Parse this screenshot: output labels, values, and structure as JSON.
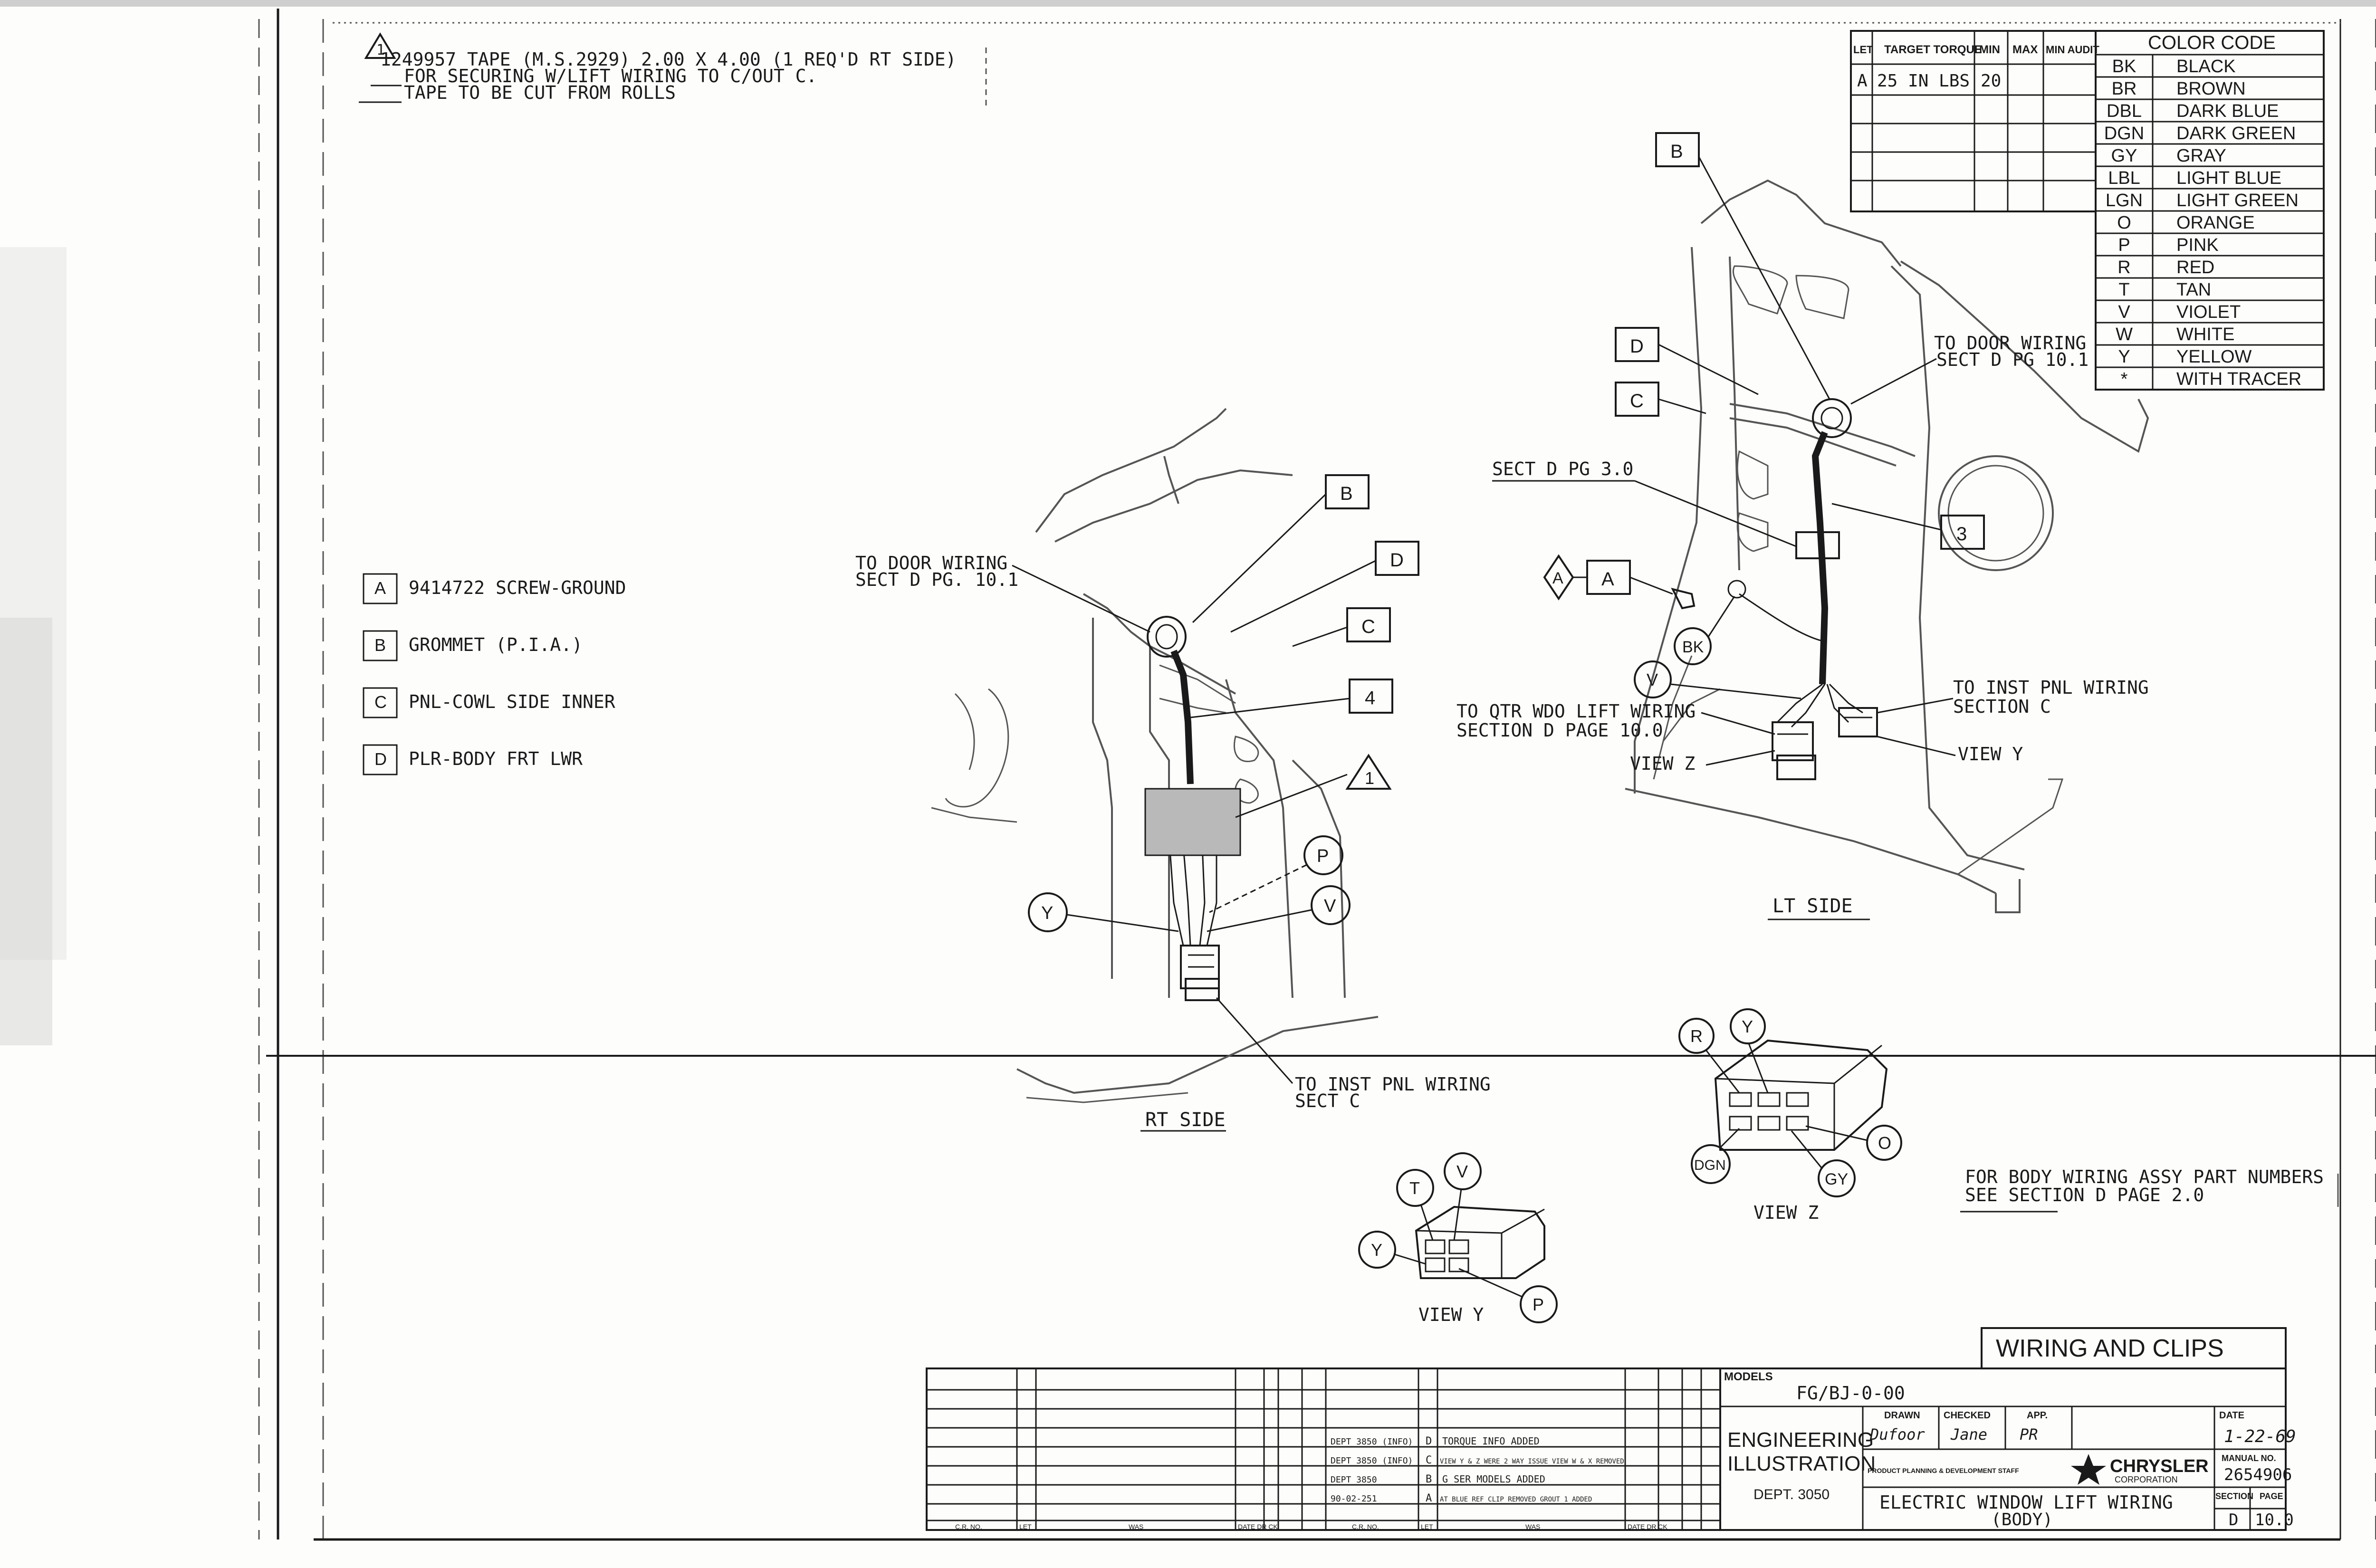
{
  "header_note": {
    "line1": "1249957 TAPE (M.S.2929) 2.00 X 4.00 (1 REQ'D RT SIDE)",
    "line2": "FOR SECURING W/LIFT WIRING TO C/OUT C.",
    "line3": "TAPE TO BE CUT FROM ROLLS",
    "tag": "1"
  },
  "torque_table": {
    "headers": [
      "LET",
      "TARGET TORQUE",
      "MIN",
      "MAX",
      "MIN AUDIT"
    ],
    "rows": [
      [
        "A",
        "25 IN LBS",
        "20",
        "",
        ""
      ]
    ]
  },
  "color_code": {
    "title": "COLOR CODE",
    "rows": [
      [
        "BK",
        "BLACK"
      ],
      [
        "BR",
        "BROWN"
      ],
      [
        "DBL",
        "DARK BLUE"
      ],
      [
        "DGN",
        "DARK GREEN"
      ],
      [
        "GY",
        "GRAY"
      ],
      [
        "LBL",
        "LIGHT BLUE"
      ],
      [
        "LGN",
        "LIGHT GREEN"
      ],
      [
        "O",
        "ORANGE"
      ],
      [
        "P",
        "PINK"
      ],
      [
        "R",
        "RED"
      ],
      [
        "T",
        "TAN"
      ],
      [
        "V",
        "VIOLET"
      ],
      [
        "W",
        "WHITE"
      ],
      [
        "Y",
        "YELLOW"
      ],
      [
        "*",
        "WITH TRACER"
      ]
    ]
  },
  "parts_legend": [
    {
      "letter": "A",
      "text": "9414722 SCREW-GROUND"
    },
    {
      "letter": "B",
      "text": "GROMMET (P.I.A.)"
    },
    {
      "letter": "C",
      "text": "PNL-COWL SIDE INNER"
    },
    {
      "letter": "D",
      "text": "PLR-BODY FRT LWR"
    }
  ],
  "rt_side": {
    "title": "RT SIDE",
    "to_door_1": "TO DOOR WIRING",
    "to_door_2": "SECT D PG. 10.1",
    "to_inst_1": "TO INST PNL WIRING",
    "to_inst_2": "SECT C",
    "callouts": {
      "b": "B",
      "d": "D",
      "c": "C",
      "n4": "4",
      "tri": "1",
      "p": "P",
      "v": "V",
      "y": "Y"
    }
  },
  "lt_side": {
    "title": "LT SIDE",
    "to_door_1": "TO DOOR WIRING",
    "to_door_2": "SECT D PG 10.1",
    "sect_d": "SECT D PG 3.0",
    "to_qtr_1": "TO QTR WDO LIFT WIRING",
    "to_qtr_2": "SECTION D PAGE 10.0",
    "view_z": "VIEW Z",
    "view_y": "VIEW Y",
    "to_inst_1": "TO INST PNL WIRING",
    "to_inst_2": "SECTION C",
    "callouts": {
      "b": "B",
      "d": "D",
      "c": "C",
      "n3": "3",
      "a": "A",
      "tri_a": "A",
      "bk": "BK",
      "v": "V"
    }
  },
  "view_z": {
    "title": "VIEW Z",
    "callouts": {
      "r": "R",
      "y": "Y",
      "o": "O",
      "gy": "GY",
      "dgn": "DGN"
    }
  },
  "view_y": {
    "title": "VIEW Y",
    "callouts": {
      "t": "T",
      "v": "V",
      "y": "Y",
      "p": "P"
    }
  },
  "body_note": {
    "line1": "FOR BODY WIRING ASSY PART NUMBERS",
    "line2": "SEE SECTION D PAGE 2.0"
  },
  "title_block": {
    "title": "WIRING AND CLIPS",
    "models_label": "MODELS",
    "models_value": "FG/BJ-0-00",
    "eng_1": "ENGINEERING",
    "eng_2": "ILLUSTRATION",
    "dept": "DEPT. 3050",
    "drawn_label": "DRAWN",
    "drawn_value": "Dufoor",
    "checked_label": "CHECKED",
    "checked_value": "Jane",
    "app_label": "APP.",
    "app_value": "PR",
    "date_label": "DATE",
    "date_value": "1-22-69",
    "staff": "PRODUCT PLANNING & DEVELOPMENT STAFF",
    "brand_1": "CHRYSLER",
    "brand_2": "CORPORATION",
    "manual_label": "MANUAL NO.",
    "manual_value": "2654906",
    "doc_title_1": "ELECTRIC WINDOW LIFT WIRING",
    "doc_title_2": "(BODY)",
    "section_label": "SECTION",
    "section_value": "D",
    "page_label": "PAGE",
    "page_value": "10.0"
  },
  "revisions": {
    "headers": [
      "C.R. NO.",
      "LET",
      "WAS",
      "DATE DR CK",
      "C.R. NO.",
      "LET",
      "WAS",
      "DATE DR CK"
    ],
    "rows": [
      {
        "cr": "DEPT 3850 (INFO)",
        "let": "D",
        "was": "TORQUE INFO ADDED"
      },
      {
        "cr": "DEPT 3850 (INFO)",
        "let": "C",
        "was": "VIEW Y & Z WERE 2 WAY ISSUE VIEW W & X REMOVED"
      },
      {
        "cr": "DEPT 3850",
        "let": "B",
        "was": "G SER MODELS ADDED"
      },
      {
        "cr": "90-02-251",
        "let": "A",
        "was": "AT BLUE REF CLIP REMOVED GROUT 1 ADDED"
      }
    ]
  }
}
